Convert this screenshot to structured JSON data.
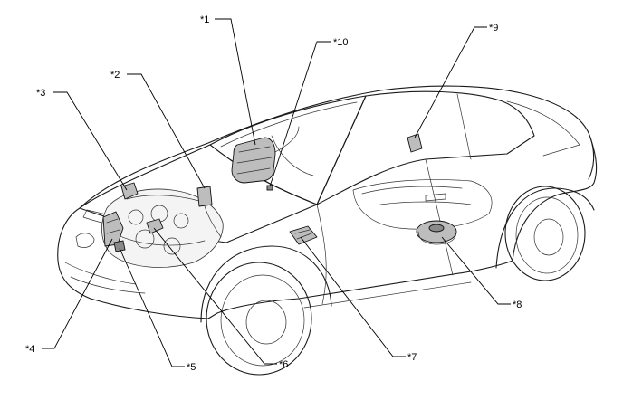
{
  "diagram": {
    "callouts": [
      {
        "id": "c1",
        "label": "*1"
      },
      {
        "id": "c2",
        "label": "*2"
      },
      {
        "id": "c3",
        "label": "*3"
      },
      {
        "id": "c4",
        "label": "*4"
      },
      {
        "id": "c5",
        "label": "*5"
      },
      {
        "id": "c6",
        "label": "*6"
      },
      {
        "id": "c7",
        "label": "*7"
      },
      {
        "id": "c8",
        "label": "*8"
      },
      {
        "id": "c9",
        "label": "*9"
      },
      {
        "id": "c10",
        "label": "*10"
      }
    ]
  }
}
